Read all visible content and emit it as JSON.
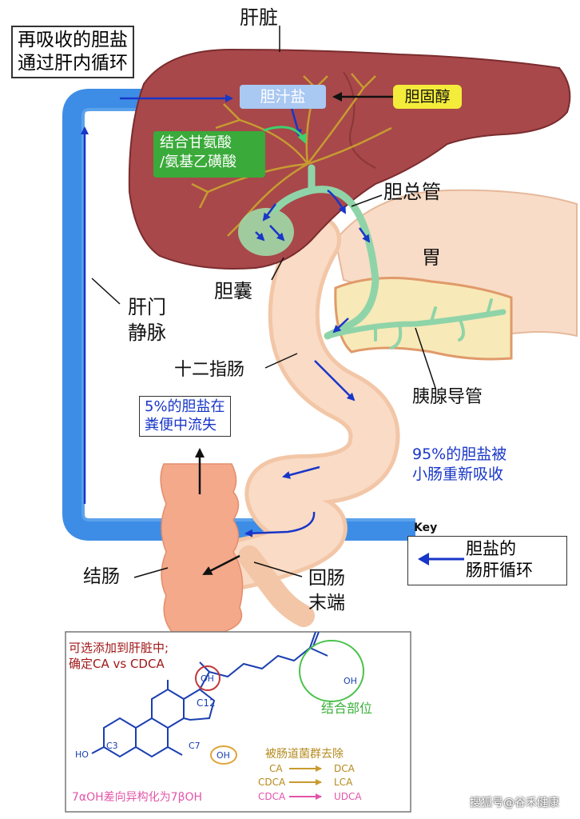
{
  "colors": {
    "liver": "#a8484a",
    "bile": "#8fd4a8",
    "vein": "#3d8de6",
    "intestine": "#f7d3b8",
    "colon": "#f3a98a",
    "arrow": "#1836c8",
    "pancreas": "#f8e9b8",
    "bile_salt_pill": "#a9c8f2",
    "cholesterol_pill": "#f4ec3a",
    "conjugation_pill": "#3aaa3a",
    "ring_red": "#c0393b",
    "ring_green": "#4bc24b",
    "ring_orange": "#e0a43a",
    "pink_text": "#e255a8",
    "dark_red_text": "#a01818"
  },
  "labels": {
    "liver": "肝脏",
    "reabsorbed": [
      "再吸收的胆盐",
      "通过肝内循环"
    ],
    "bile_salts": "胆汁盐",
    "cholesterol": "胆固醇",
    "conjugation": [
      "结合甘氨酸",
      "/氨基乙磺酸"
    ],
    "common_bile_duct": "胆总管",
    "stomach": "胃",
    "gallbladder": "胆囊",
    "portal_vein": [
      "肝门",
      "静脉"
    ],
    "duodenum": "十二指肠",
    "pancreatic_duct": "胰腺导管",
    "fecal_loss": [
      "5%的胆盐在",
      "粪便中流失"
    ],
    "reabsorption": [
      "95%的胆盐被",
      "小肠重新吸收"
    ],
    "key": "Key",
    "key_desc": [
      "胆盐的",
      "肠肝循环"
    ],
    "colon": "结肠",
    "terminal_ileum": [
      "回肠",
      "末端"
    ],
    "watermark": "搜狐号@谷禾健康"
  },
  "chemistry": {
    "note": [
      "可选添加到肝脏中;",
      "确定CA vs CDCA"
    ],
    "conjugation_site": "结合部位",
    "oh": "OH",
    "c12": "C12",
    "c3": "C3",
    "c7": "C7",
    "ho": "HO",
    "bacteria_removal": "被肠道菌群去除",
    "conversions": [
      {
        "from": "CA",
        "to": "DCA"
      },
      {
        "from": "CDCA",
        "to": "LCA"
      },
      {
        "from": "CDCA",
        "to": "UDCA"
      }
    ],
    "isomerization": "7αOH差向异构化为7βOH"
  }
}
